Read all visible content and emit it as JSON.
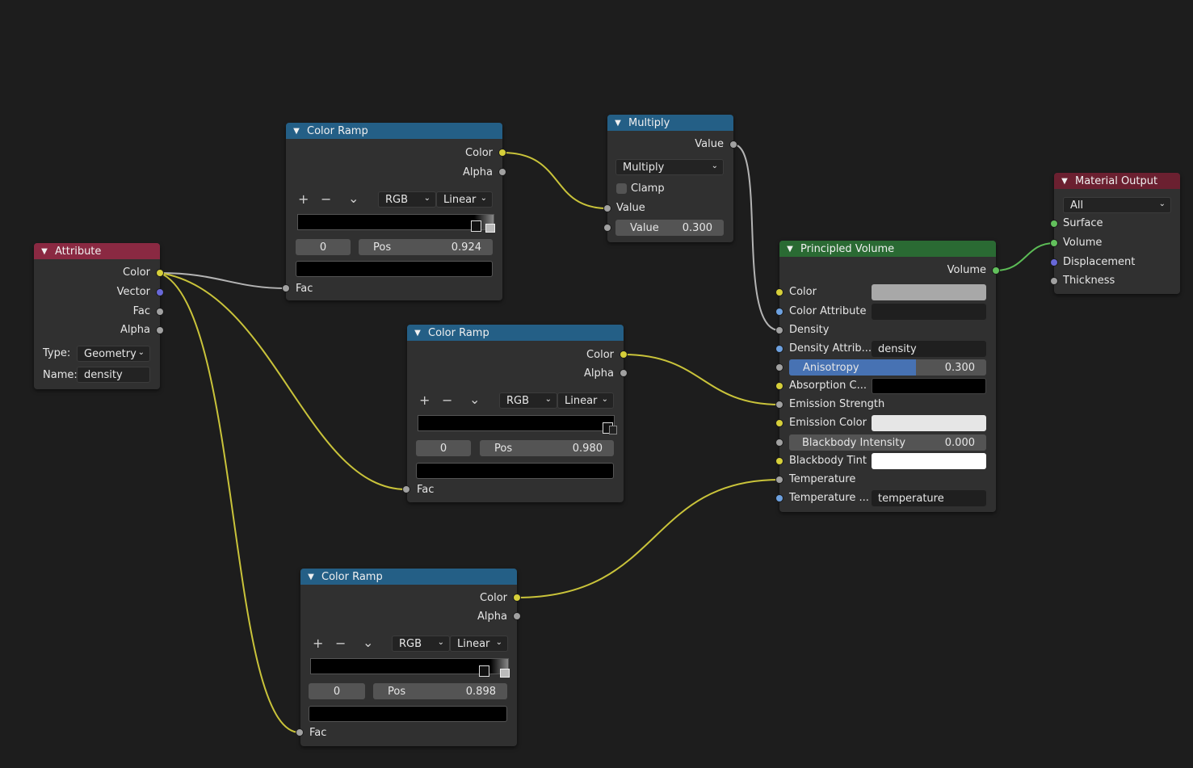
{
  "attribute": {
    "title": "Attribute",
    "outputs": [
      "Color",
      "Vector",
      "Fac",
      "Alpha"
    ],
    "type_label": "Type:",
    "type_value": "Geometry",
    "name_label": "Name:",
    "name_value": "density"
  },
  "ramp1": {
    "title": "Color Ramp",
    "out_color": "Color",
    "out_alpha": "Alpha",
    "mode": "RGB",
    "interp": "Linear",
    "index": "0",
    "pos_label": "Pos",
    "pos_value": "0.924",
    "in_fac": "Fac"
  },
  "ramp2": {
    "title": "Color Ramp",
    "out_color": "Color",
    "out_alpha": "Alpha",
    "mode": "RGB",
    "interp": "Linear",
    "index": "0",
    "pos_label": "Pos",
    "pos_value": "0.980",
    "in_fac": "Fac"
  },
  "ramp3": {
    "title": "Color Ramp",
    "out_color": "Color",
    "out_alpha": "Alpha",
    "mode": "RGB",
    "interp": "Linear",
    "index": "0",
    "pos_label": "Pos",
    "pos_value": "0.898",
    "in_fac": "Fac"
  },
  "ramp_tools": {
    "add": "+",
    "remove": "−",
    "menu": "⌄"
  },
  "multiply": {
    "title": "Multiply",
    "out_value": "Value",
    "operation": "Multiply",
    "clamp": "Clamp",
    "in_value": "Value",
    "value_label": "Value",
    "value_value": "0.300"
  },
  "principled": {
    "title": "Principled Volume",
    "out_volume": "Volume",
    "color": "Color",
    "color_attribute": "Color Attribute",
    "density": "Density",
    "density_attribute": "Density Attrib...",
    "density_attribute_value": "density",
    "anisotropy": "Anisotropy",
    "anisotropy_value": "0.300",
    "absorption": "Absorption C...",
    "emission_strength": "Emission Strength",
    "emission_color": "Emission Color",
    "blackbody": "Blackbody Intensity",
    "blackbody_value": "0.000",
    "blackbody_tint": "Blackbody Tint",
    "temperature": "Temperature",
    "temperature_attribute": "Temperature ...",
    "temperature_attribute_value": "temperature"
  },
  "material_output": {
    "title": "Material Output",
    "target": "All",
    "inputs": [
      "Surface",
      "Volume",
      "Displacement",
      "Thickness"
    ]
  },
  "colors": {
    "wire_yellow": "#c9c33a",
    "wire_gray": "#b4b4b4",
    "wire_green": "#5cbc56",
    "anisotropy_fill": "#4772b3"
  }
}
